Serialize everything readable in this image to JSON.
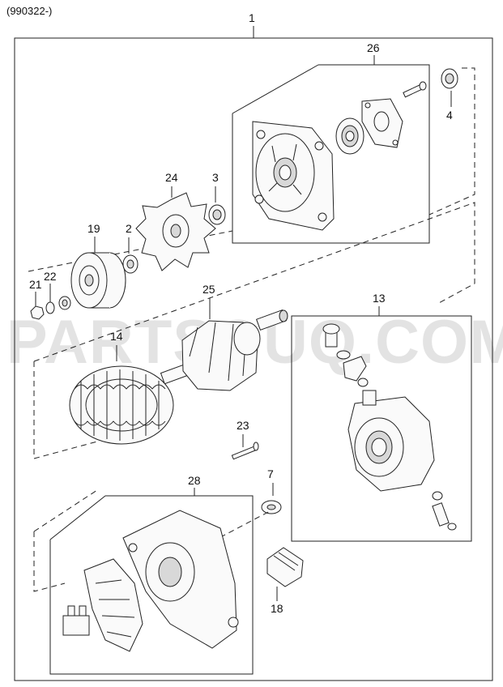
{
  "date_code": "(990322-)",
  "watermark": "PARTSOUQ.COM",
  "callouts": {
    "assembly": "1",
    "bearing_front": "2",
    "bearing_rear": "3",
    "spacer": "4",
    "washer_7": "7",
    "rear_cover_assy": "13",
    "stator": "14",
    "brush_holder": "18",
    "pulley": "19",
    "nut": "21",
    "lock_washer": "22",
    "through_bolt": "23",
    "fan": "24",
    "rotor": "25",
    "front_bracket_assy": "26",
    "rear_bracket_assy": "28"
  }
}
